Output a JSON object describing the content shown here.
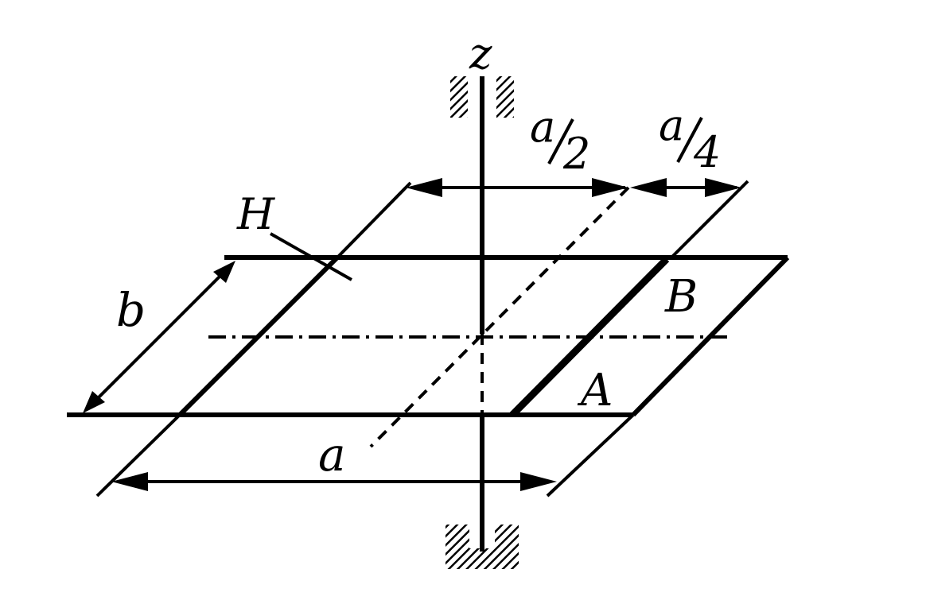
{
  "figure": {
    "labels": {
      "z": "z",
      "H": "H",
      "B": "B",
      "A": "A",
      "b": "b",
      "a": "a",
      "a_half_num": "a",
      "a_half_den": "2",
      "a_quarter_num": "a",
      "a_quarter_den": "4"
    },
    "colors": {
      "ink": "#000000",
      "background": "#ffffff"
    }
  }
}
